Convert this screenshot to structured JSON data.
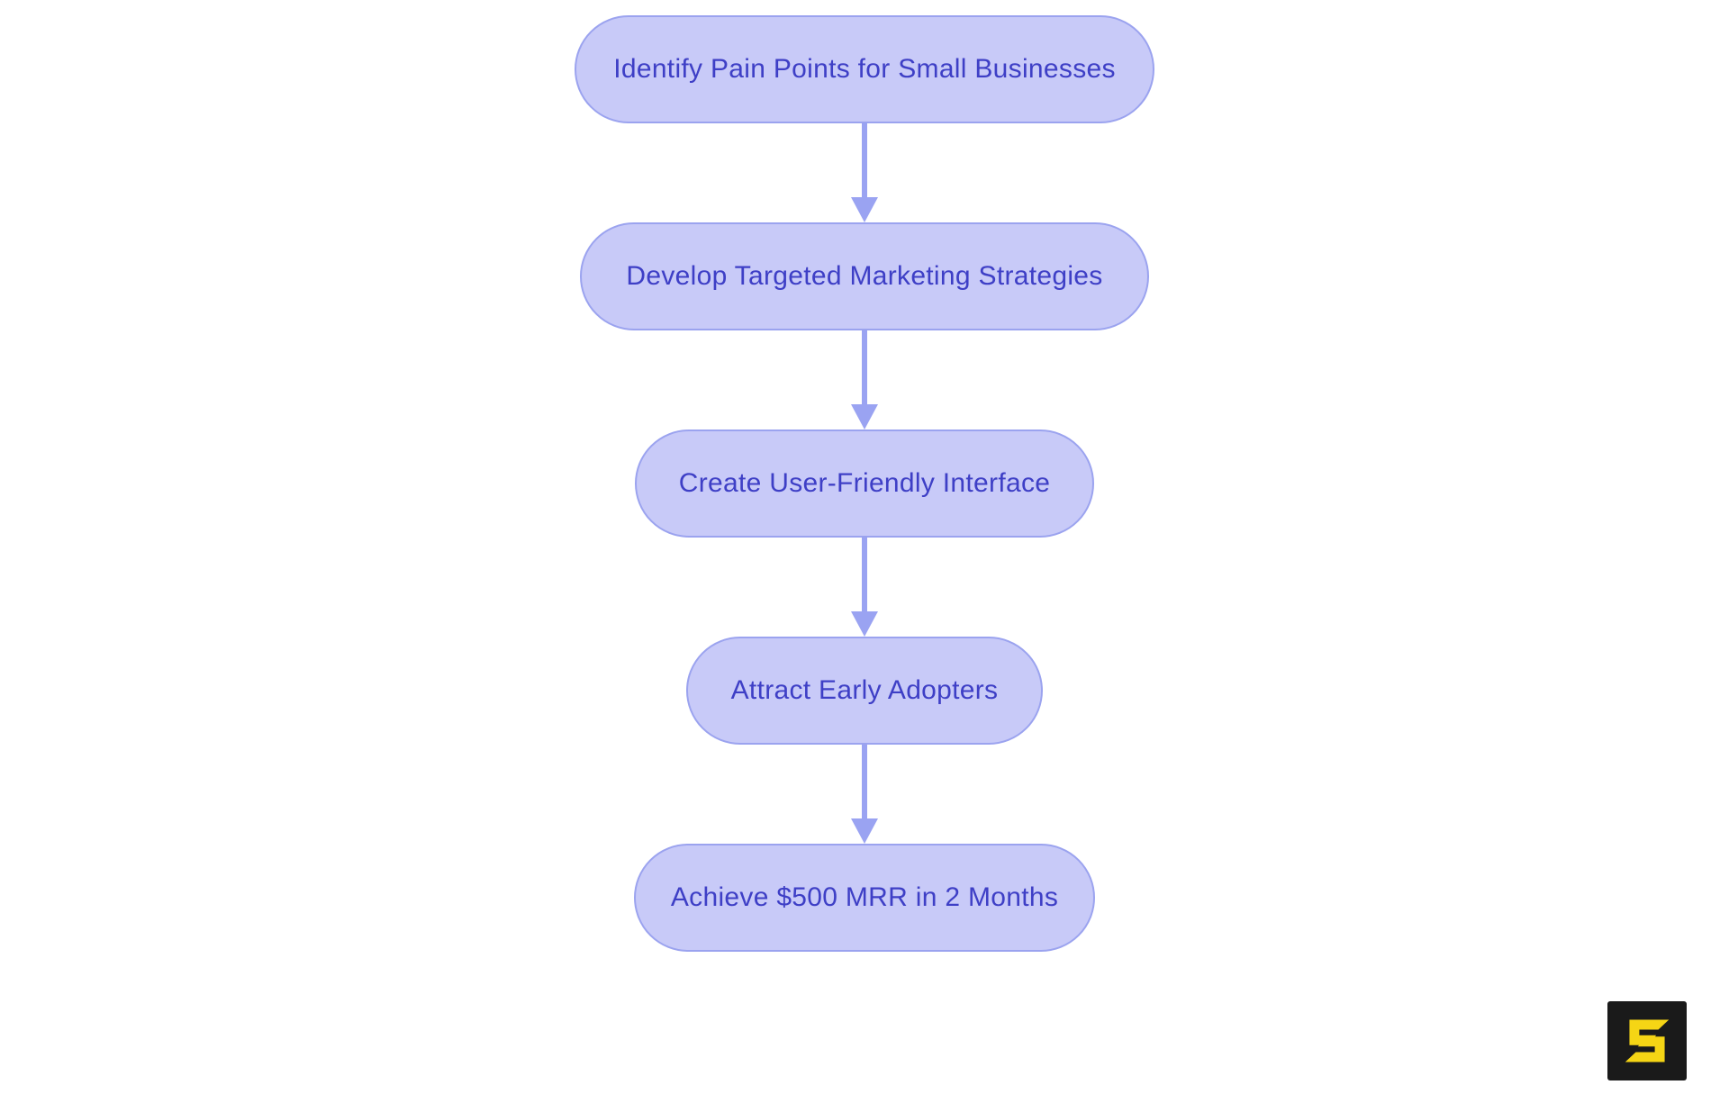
{
  "page": {
    "background_color": "#ffffff",
    "type": "flowchart-diagram"
  },
  "flowchart": {
    "direction": "top-down",
    "nodes": [
      {
        "id": 1,
        "label": "Identify Pain Points for Small Businesses"
      },
      {
        "id": 2,
        "label": "Develop Targeted Marketing Strategies"
      },
      {
        "id": 3,
        "label": "Create User-Friendly Interface"
      },
      {
        "id": 4,
        "label": "Attract Early Adopters"
      },
      {
        "id": 5,
        "label": "Achieve $500 MRR in 2 Months"
      }
    ],
    "edges": [
      {
        "from": 1,
        "to": 2
      },
      {
        "from": 2,
        "to": 3
      },
      {
        "from": 3,
        "to": 4
      },
      {
        "from": 4,
        "to": 5
      }
    ],
    "colors": {
      "node_fill": "#c8caf8",
      "node_border": "#9ba3ef",
      "node_text": "#3e3fc6",
      "arrow": "#9aa3f2"
    }
  },
  "logo": {
    "icon": "s-logo-icon",
    "background_color": "#1a1a1a",
    "glyph_color": "#f5d515"
  }
}
